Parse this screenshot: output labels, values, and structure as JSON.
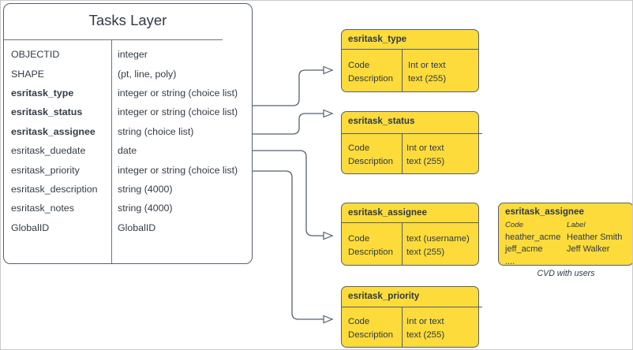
{
  "diagram": {
    "title": "Tasks Layer",
    "main_entity": {
      "name": "Tasks Layer",
      "fields": [
        {
          "name": "OBJECTID",
          "type": "integer",
          "bold": false
        },
        {
          "name": "SHAPE",
          "type": "(pt, line, poly)",
          "bold": false
        },
        {
          "name": "esritask_type",
          "type": "integer or string (choice list)",
          "bold": true
        },
        {
          "name": "esritask_status",
          "type": "integer or string (choice list)",
          "bold": true
        },
        {
          "name": "esritask_assignee",
          "type": "string (choice list)",
          "bold": true
        },
        {
          "name": "esritask_duedate",
          "type": "date",
          "bold": false
        },
        {
          "name": "esritask_priority",
          "type": "integer or string (choice list)",
          "bold": false
        },
        {
          "name": "esritask_description",
          "type": "string (4000)",
          "bold": false
        },
        {
          "name": "esritask_notes",
          "type": "string (4000)",
          "bold": false
        },
        {
          "name": "GlobalID",
          "type": "GlobalID",
          "bold": false
        }
      ]
    },
    "domain_boxes": [
      {
        "title": "esritask_type",
        "left_col": [
          "Code",
          "Description"
        ],
        "right_col": [
          "Int or text",
          "text (255)"
        ]
      },
      {
        "title": "esritask_status",
        "left_col": [
          "Code",
          "Description"
        ],
        "right_col": [
          "Int or text",
          "text (255)"
        ]
      },
      {
        "title": "esritask_assignee",
        "left_col": [
          "Code",
          "Description"
        ],
        "right_col": [
          "text  (username)",
          "text (255)"
        ]
      },
      {
        "title": "esritask_priority",
        "left_col": [
          "Code",
          "Description"
        ],
        "right_col": [
          "Int or text",
          "text (255)"
        ]
      }
    ],
    "cvd_box": {
      "title": "esritask_assignee",
      "header": {
        "code": "Code",
        "label": "Label"
      },
      "rows": [
        {
          "code": "heather_acme",
          "label": "Heather Smith"
        },
        {
          "code": "jeff_acme",
          "label": "Jeff Walker"
        },
        {
          "code": "....",
          "label": ""
        }
      ],
      "caption": "CVD with users"
    },
    "colors": {
      "domain_fill": "#fcdb3a",
      "stroke": "#55606e",
      "text": "#2f3a47",
      "page_border": "#c9c9c9",
      "background": "#ffffff"
    }
  }
}
